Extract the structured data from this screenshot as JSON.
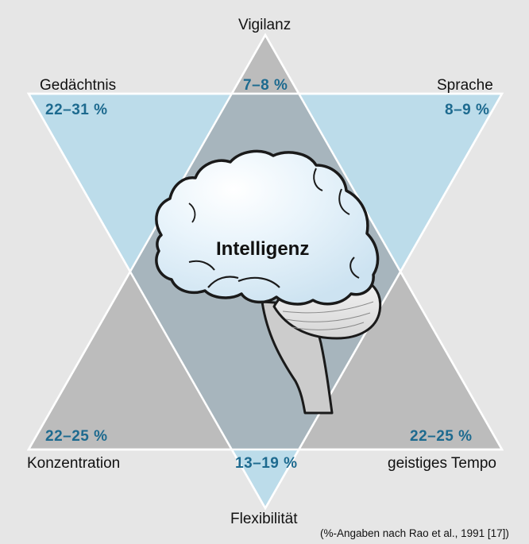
{
  "diagram": {
    "center_label": "Intelligenz",
    "footnote": "(%-Angaben nach Rao et al., 1991 [17])",
    "dimensions": {
      "top": {
        "label": "Vigilanz",
        "value": "7–8 %"
      },
      "top_left": {
        "label": "Gedächtnis",
        "value": "22–31 %"
      },
      "top_right": {
        "label": "Sprache",
        "value": "8–9 %"
      },
      "bottom_left": {
        "label": "Konzentration",
        "value": "22–25 %"
      },
      "bottom_right": {
        "label": "geistiges Tempo",
        "value": "22–25 %"
      },
      "bottom": {
        "label": "Flexibilität",
        "value": "13–19 %"
      }
    },
    "colors": {
      "background": "#e6e6e6",
      "blue_triangle": "#bcdcea",
      "gray_triangle": "#bcbcbc",
      "overlap": "#a7b5bd",
      "value_text": "#1d6a8f",
      "brain_fill": "#eaf4fb",
      "cerebellum_fill": "#eeeeee",
      "brainstem_fill": "#cccccc"
    }
  }
}
